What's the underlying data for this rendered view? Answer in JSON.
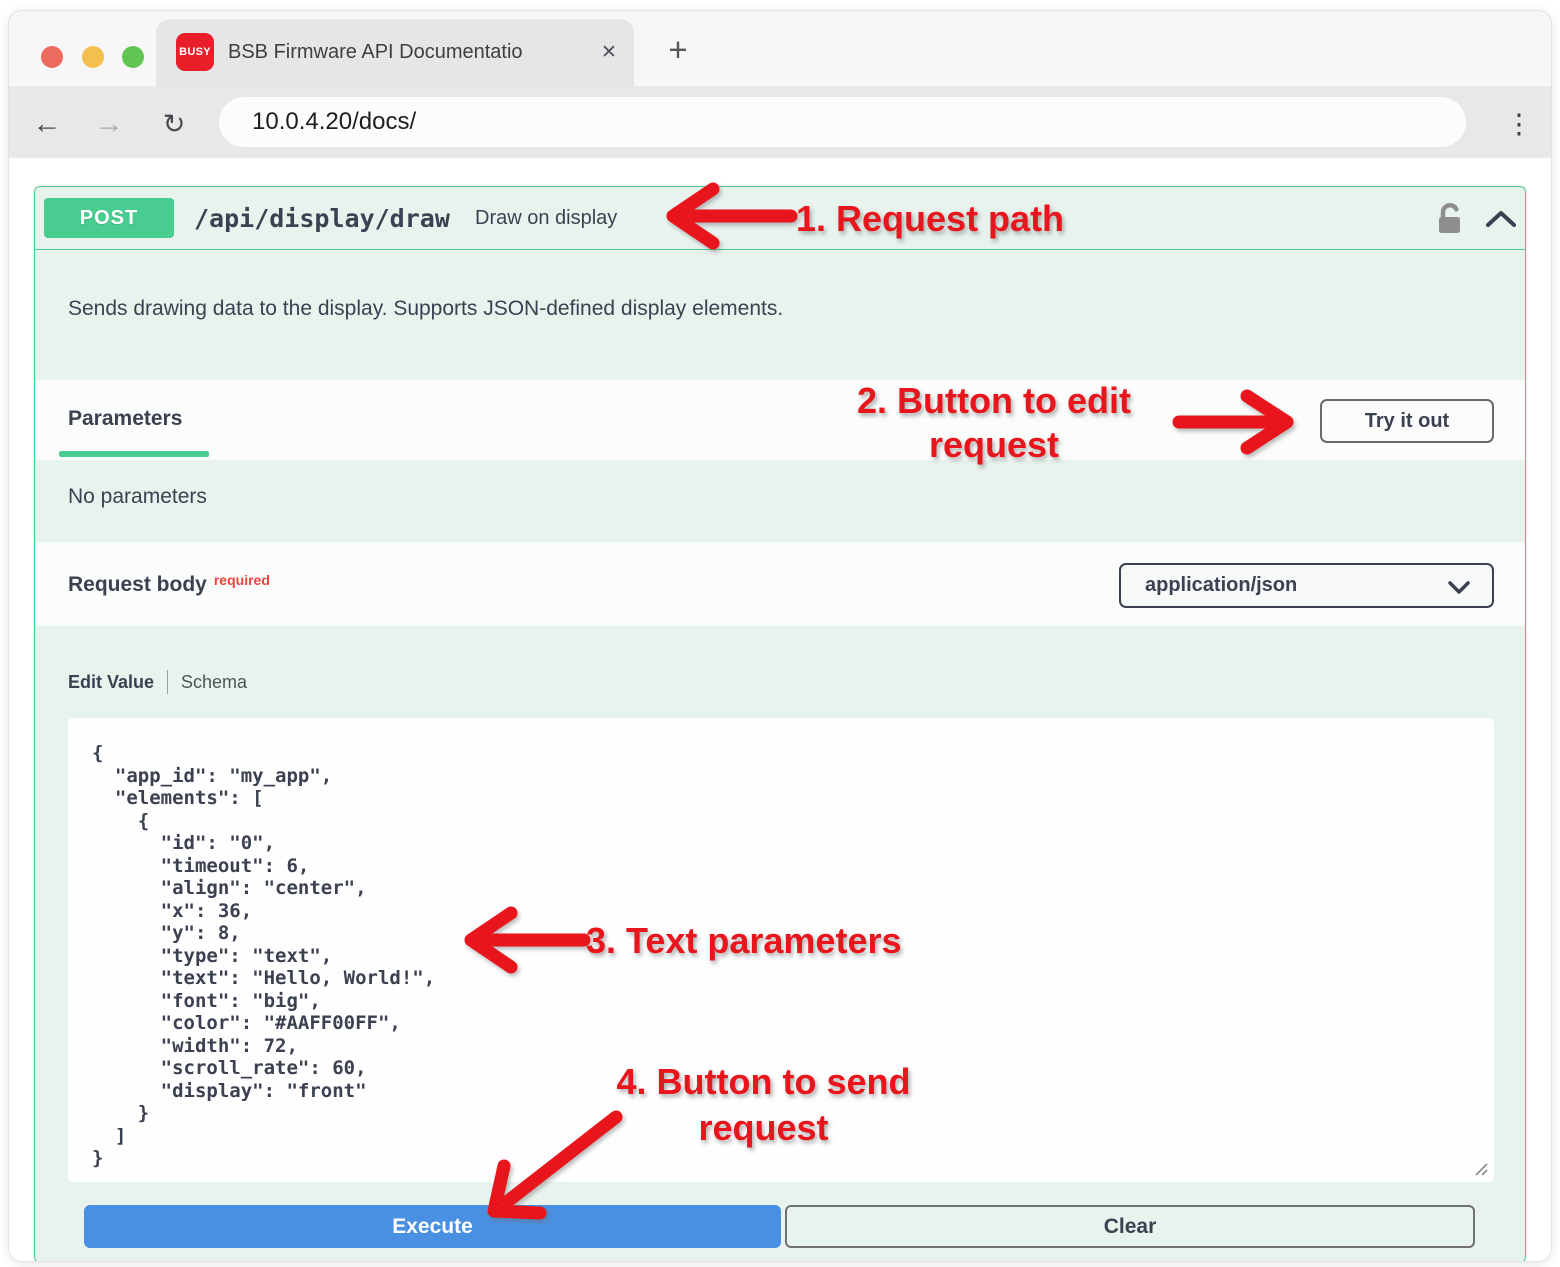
{
  "browser": {
    "tab_title": "BSB Firmware API Documentatio",
    "favicon_label": "BUSY",
    "close_tab_icon": "✕",
    "new_tab_icon": "+",
    "back_icon": "←",
    "forward_icon": "→",
    "reload_icon": "↻",
    "menu_icon": "⋮",
    "url": "10.0.4.20/docs/"
  },
  "endpoint": {
    "method": "POST",
    "path": "/api/display/draw",
    "summary": "Draw on display",
    "description": "Sends drawing data to the display. Supports JSON-defined display elements."
  },
  "parameters": {
    "title": "Parameters",
    "empty_text": "No parameters",
    "try_it_out_label": "Try it out"
  },
  "request_body": {
    "title": "Request body",
    "required_label": "required",
    "content_type": "application/json",
    "edit_tab": "Edit Value",
    "schema_tab": "Schema",
    "json_value": "{\n  \"app_id\": \"my_app\",\n  \"elements\": [\n    {\n      \"id\": \"0\",\n      \"timeout\": 6,\n      \"align\": \"center\",\n      \"x\": 36,\n      \"y\": 8,\n      \"type\": \"text\",\n      \"text\": \"Hello, World!\",\n      \"font\": \"big\",\n      \"color\": \"#AAFF00FF\",\n      \"width\": 72,\n      \"scroll_rate\": 60,\n      \"display\": \"front\"\n    }\n  ]\n}"
  },
  "actions": {
    "execute_label": "Execute",
    "clear_label": "Clear"
  },
  "annotations": {
    "a1": "1. Request path",
    "a2_line1": "2. Button to edit",
    "a2_line2": "request",
    "a3": "3. Text parameters",
    "a4_line1": "4. Button to send",
    "a4_line2": "request"
  },
  "colors": {
    "method_green": "#49cc90",
    "panel_tint": "#e8f3ee",
    "execute_blue": "#4a90e2",
    "annotation_red": "#e8151c",
    "required_red": "#f93e3e"
  }
}
